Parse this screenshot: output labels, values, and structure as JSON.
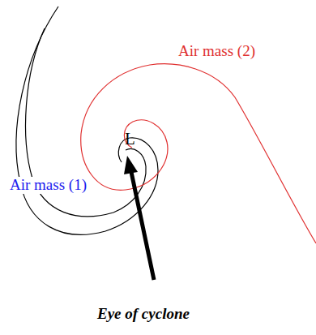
{
  "diagram": {
    "labels": [
      "Air mass (2)",
      "L",
      "Air mass (1)",
      "Eye of cyclone"
    ]
  }
}
